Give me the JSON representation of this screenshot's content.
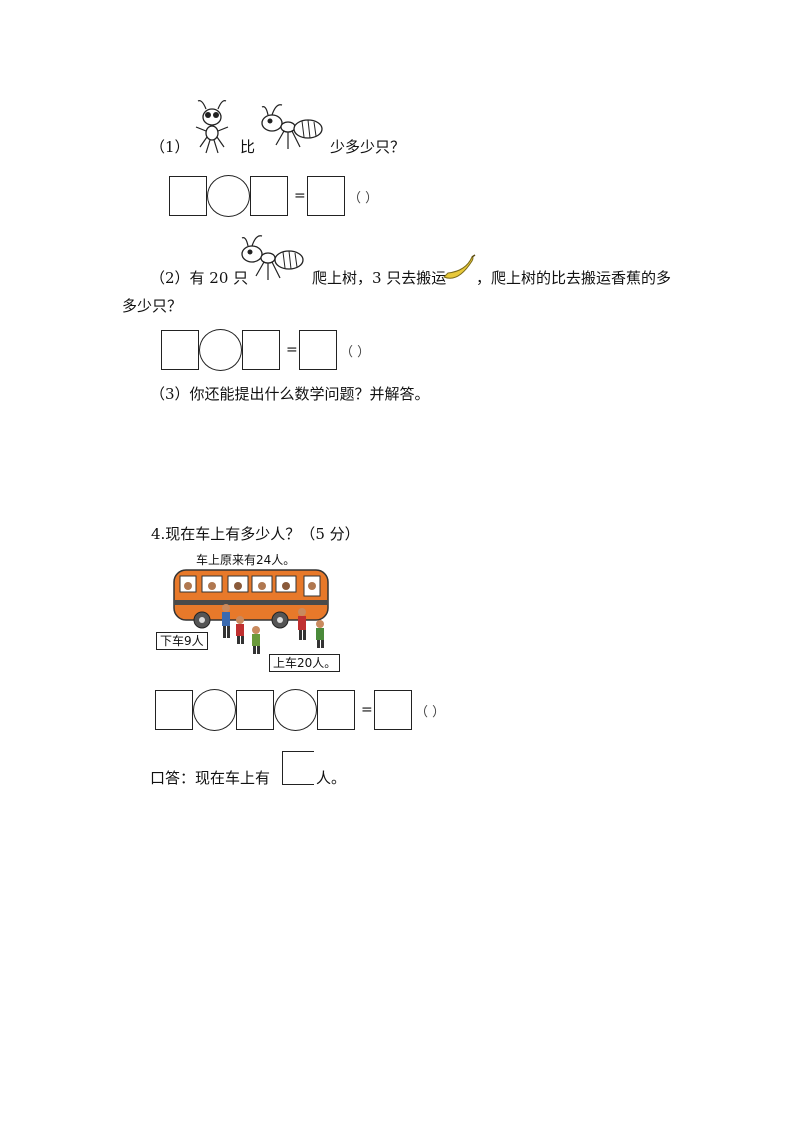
{
  "q1": {
    "prefix": "（1）",
    "mid": "比",
    "suffix": "少多少只？",
    "equals": "=",
    "paren": "（        ）"
  },
  "q2": {
    "line1_a": "（2）有 20 只",
    "line1_b": "爬上树，3 只去搬运",
    "line1_c": "，爬上树的比去搬运香蕉的多",
    "line2": "多少只？",
    "equals": "=",
    "paren": "（        ）"
  },
  "q3": {
    "text": "（3）你还能提出什么数学问题？并解答。"
  },
  "q4": {
    "title": "4.现在车上有多少人？（5 分）",
    "bus_caption": "车上原来有24人。",
    "bubble_off": "下车9人",
    "bubble_on": "上车20人。",
    "equals": "=",
    "paren": "（        ）",
    "answer_prefix": "口答：现在车上有",
    "answer_suffix": "人。"
  },
  "colors": {
    "bus_body": "#e8792a",
    "bus_stripe": "#4a4a4a",
    "banana": "#e8c93a",
    "ink": "#222222"
  }
}
